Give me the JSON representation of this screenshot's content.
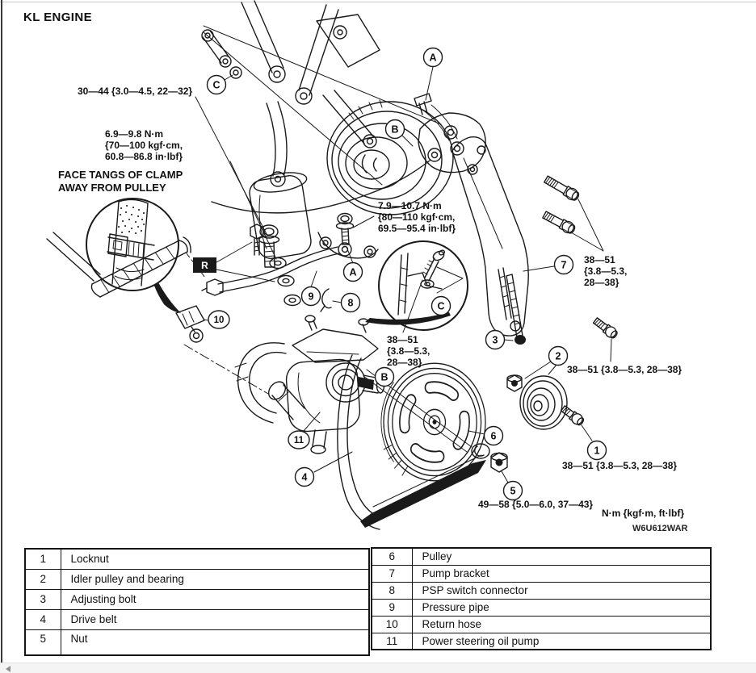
{
  "page": {
    "title": "KL ENGINE",
    "figure_code": "W6U612WAR",
    "units_note": "N·m {kgf·m, ft·lbf}"
  },
  "labels": {
    "torque_30_44": "30—44 {3.0—4.5, 22—32}",
    "clamp_torque_1": "6.9—9.8 N·m",
    "clamp_torque_2": "{70—100 kgf·cm,",
    "clamp_torque_3": "60.8—86.8 in·lbf}",
    "face_tangs_1": "FACE TANGS OF CLAMP",
    "face_tangs_2": "AWAY FROM PULLEY",
    "bracket_torque_1": "7.9—10.7 N·m",
    "bracket_torque_2": "{80—110 kgf·cm,",
    "bracket_torque_3": "69.5—95.4 in·lbf}",
    "torque_38_51_right_1": "38—51",
    "torque_38_51_right_2": "{3.8—5.3,",
    "torque_38_51_right_3": "28—38}",
    "torque_38_51_center_1": "38—51",
    "torque_38_51_center_2": "{3.8—5.3,",
    "torque_38_51_center_3": "28—38}",
    "torque_38_51_inline_a": "38—51 {3.8—5.3, 28—38}",
    "torque_38_51_inline_b": "38—51 {3.8—5.3, 28—38}",
    "torque_49_58": "49—58 {5.0—6.0, 37—43}",
    "r_marker": "R"
  },
  "callouts": {
    "a": "A",
    "b": "B",
    "c": "C",
    "n1": "1",
    "n2": "2",
    "n3": "3",
    "n4": "4",
    "n5": "5",
    "n6": "6",
    "n7": "7",
    "n8": "8",
    "n9": "9",
    "n10": "10",
    "n11": "11"
  },
  "legend": {
    "left": [
      {
        "num": "1",
        "label": "Locknut"
      },
      {
        "num": "2",
        "label": "Idler pulley and bearing"
      },
      {
        "num": "3",
        "label": "Adjusting bolt"
      },
      {
        "num": "4",
        "label": "Drive belt"
      },
      {
        "num": "5",
        "label": "Nut"
      }
    ],
    "right": [
      {
        "num": "6",
        "label": "Pulley"
      },
      {
        "num": "7",
        "label": "Pump bracket"
      },
      {
        "num": "8",
        "label": "PSP switch connector"
      },
      {
        "num": "9",
        "label": "Pressure pipe"
      },
      {
        "num": "10",
        "label": "Return hose"
      },
      {
        "num": "11",
        "label": "Power steering oil pump"
      }
    ]
  }
}
